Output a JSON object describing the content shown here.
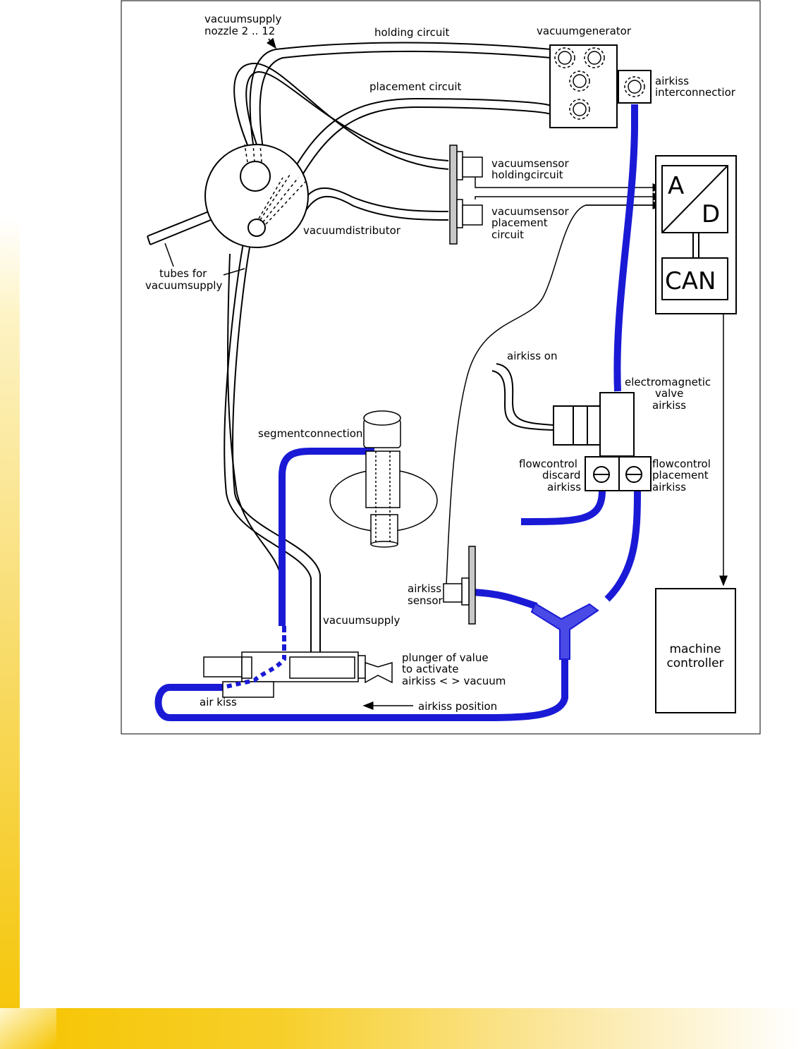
{
  "colors": {
    "tube_blue": "#1a1ad6",
    "tube_blue_light": "#4a4ae6",
    "accent_yellow": "#f5c400",
    "sensor_plate_gray": "#c8c8c8"
  },
  "labels": {
    "vacuumsupply_nozzle_1": "vacuumsupply",
    "vacuumsupply_nozzle_2": "nozzle 2 .. 12",
    "holding_circuit": "holding circuit",
    "vacuumgenerator": "vacuumgenerator",
    "placement_circuit": "placement circuit",
    "airkiss_interconnection_1": "airkiss",
    "airkiss_interconnection_2": "interconnectior",
    "vacuumsensor_holding_1": "vacuumsensor",
    "vacuumsensor_holding_2": "holdingcircuit",
    "vacuumsensor_placement_1": "vacuumsensor",
    "vacuumsensor_placement_2": "placement",
    "vacuumsensor_placement_3": "circuit",
    "vacuumdistributor": "vacuumdistributor",
    "tubes_for_1": "tubes for",
    "tubes_for_2": "vacuumsupply",
    "ad_a": "A",
    "ad_d": "D",
    "can": "CAN",
    "airkiss_on": "airkiss on",
    "em_valve_1": "electromagnetic",
    "em_valve_2": "valve",
    "em_valve_3": "airkiss",
    "segmentconnection": "segmentconnection",
    "flow_discard_1": "flowcontrol",
    "flow_discard_2": "discard",
    "flow_discard_3": "airkiss",
    "flow_placement_1": "flowcontrol",
    "flow_placement_2": "placement",
    "flow_placement_3": "airkiss",
    "airkiss_sensor_1": "airkiss",
    "airkiss_sensor_2": "sensor",
    "vacuumsupply": "vacuumsupply",
    "machine_controller_1": "machine",
    "machine_controller_2": "controller",
    "plunger_1": "plunger of value",
    "plunger_2": "to activate",
    "plunger_3": "airkiss < > vacuum",
    "air_kiss": "air kiss",
    "airkiss_position": "airkiss position"
  }
}
